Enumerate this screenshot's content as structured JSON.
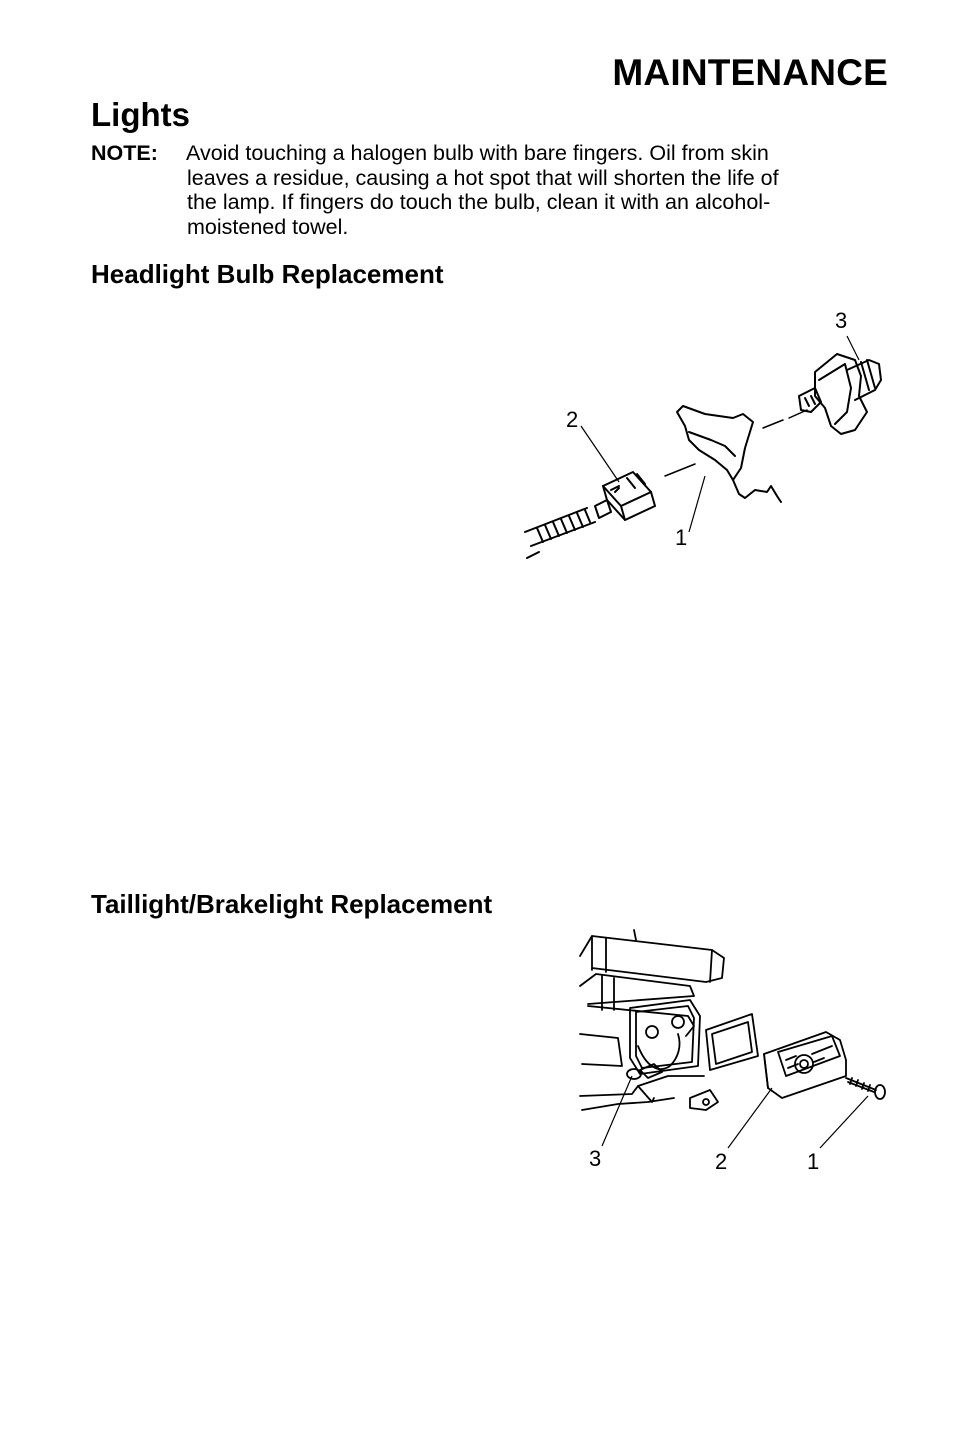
{
  "header": {
    "section": "MAINTENANCE"
  },
  "page": {
    "title": "Lights"
  },
  "note": {
    "label": "NOTE:",
    "lines": [
      "Avoid touching a halogen bulb with bare fingers. Oil from skin",
      "leaves a residue, causing a hot spot that will shorten the life of",
      "the lamp. If fingers do touch the bulb, clean it with an alcohol-",
      "moistened towel."
    ]
  },
  "headlight": {
    "heading": "Headlight Bulb Replacement",
    "callouts": {
      "c1": "1",
      "c2": "2",
      "c3": "3"
    }
  },
  "taillight": {
    "heading": "Taillight/Brakelight Replacement",
    "callouts": {
      "c1": "1",
      "c2": "2",
      "c3": "3"
    }
  }
}
